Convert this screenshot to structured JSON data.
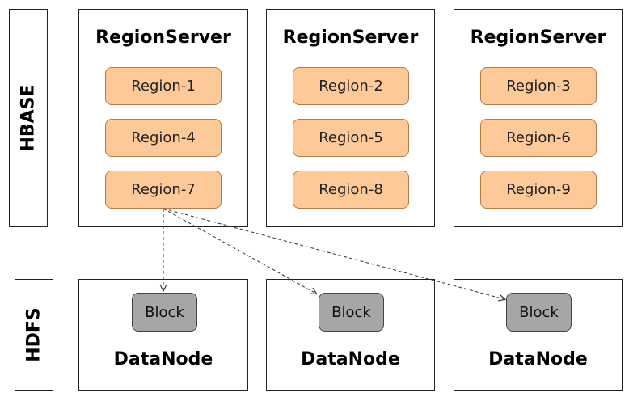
{
  "diagram": {
    "colors": {
      "region_fill": "#fdc999",
      "block_fill": "#a6a6a6",
      "border": "#222222",
      "arrow": "#333333"
    },
    "hbase": {
      "label": "HBASE",
      "servers": [
        {
          "title": "RegionServer",
          "regions": [
            "Region-1",
            "Region-4",
            "Region-7"
          ]
        },
        {
          "title": "RegionServer",
          "regions": [
            "Region-2",
            "Region-5",
            "Region-8"
          ]
        },
        {
          "title": "RegionServer",
          "regions": [
            "Region-3",
            "Region-6",
            "Region-9"
          ]
        }
      ]
    },
    "hdfs": {
      "label": "HDFS",
      "datanodes": [
        {
          "title": "DataNode",
          "block": "Block"
        },
        {
          "title": "DataNode",
          "block": "Block"
        },
        {
          "title": "DataNode",
          "block": "Block"
        }
      ]
    },
    "edges": [
      {
        "from": "Region-7",
        "to": "datanode-1-block",
        "style": "dashed"
      },
      {
        "from": "Region-7",
        "to": "datanode-2-block",
        "style": "dashed"
      },
      {
        "from": "Region-7",
        "to": "datanode-3-block",
        "style": "dashed"
      }
    ]
  }
}
